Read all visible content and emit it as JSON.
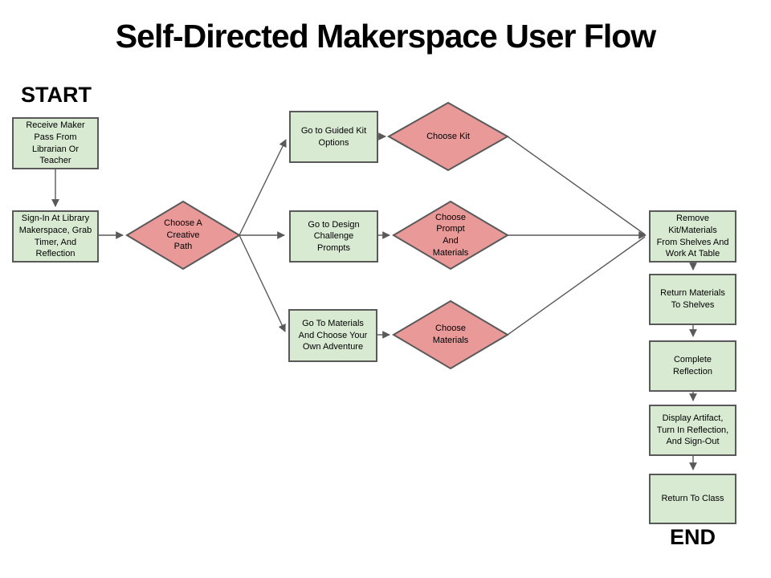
{
  "title": "Self-Directed Makerspace User Flow",
  "labels": {
    "start": "START",
    "end": "END"
  },
  "colors": {
    "background": "#ffffff",
    "process_fill": "#d9ead3",
    "decision_fill": "#ea9999",
    "border": "#595959",
    "arrow": "#595959",
    "text": "#000000"
  },
  "nodes": {
    "receive_pass": {
      "type": "process",
      "label": "Receive Maker\nPass From\nLibrarian Or\nTeacher"
    },
    "sign_in": {
      "type": "process",
      "label": "Sign-In At Library\nMakerspace, Grab\nTimer, And\nReflection"
    },
    "choose_path": {
      "type": "decision",
      "label": "Choose A\nCreative\nPath"
    },
    "guided_kit": {
      "type": "process",
      "label": "Go to Guided Kit\nOptions"
    },
    "choose_kit": {
      "type": "decision",
      "label": "Choose Kit"
    },
    "design_prompts": {
      "type": "process",
      "label": "Go to Design\nChallenge\nPrompts"
    },
    "choose_prompt": {
      "type": "decision",
      "label": "Choose\nPrompt\nAnd\nMaterials"
    },
    "materials_adventure": {
      "type": "process",
      "label": "Go To Materials\nAnd Choose Your\nOwn Adventure"
    },
    "choose_materials": {
      "type": "decision",
      "label": "Choose\nMaterials"
    },
    "remove_kit": {
      "type": "process",
      "label": "Remove\nKit/Materials\nFrom Shelves And\nWork At Table"
    },
    "return_materials": {
      "type": "process",
      "label": "Return Materials\nTo Shelves"
    },
    "complete_reflection": {
      "type": "process",
      "label": "Complete\nReflection"
    },
    "display_artifact": {
      "type": "process",
      "label": "Display Artifact,\nTurn In Reflection,\nAnd Sign-Out"
    },
    "return_class": {
      "type": "process",
      "label": "Return To Class"
    }
  },
  "edges": [
    {
      "from": "receive_pass",
      "to": "sign_in"
    },
    {
      "from": "sign_in",
      "to": "choose_path"
    },
    {
      "from": "choose_path",
      "to": "guided_kit"
    },
    {
      "from": "choose_path",
      "to": "design_prompts"
    },
    {
      "from": "choose_path",
      "to": "materials_adventure"
    },
    {
      "from": "guided_kit",
      "to": "choose_kit"
    },
    {
      "from": "design_prompts",
      "to": "choose_prompt"
    },
    {
      "from": "materials_adventure",
      "to": "choose_materials"
    },
    {
      "from": "choose_kit",
      "to": "remove_kit"
    },
    {
      "from": "choose_prompt",
      "to": "remove_kit"
    },
    {
      "from": "choose_materials",
      "to": "remove_kit"
    },
    {
      "from": "remove_kit",
      "to": "return_materials"
    },
    {
      "from": "return_materials",
      "to": "complete_reflection"
    },
    {
      "from": "complete_reflection",
      "to": "display_artifact"
    },
    {
      "from": "display_artifact",
      "to": "return_class"
    }
  ]
}
